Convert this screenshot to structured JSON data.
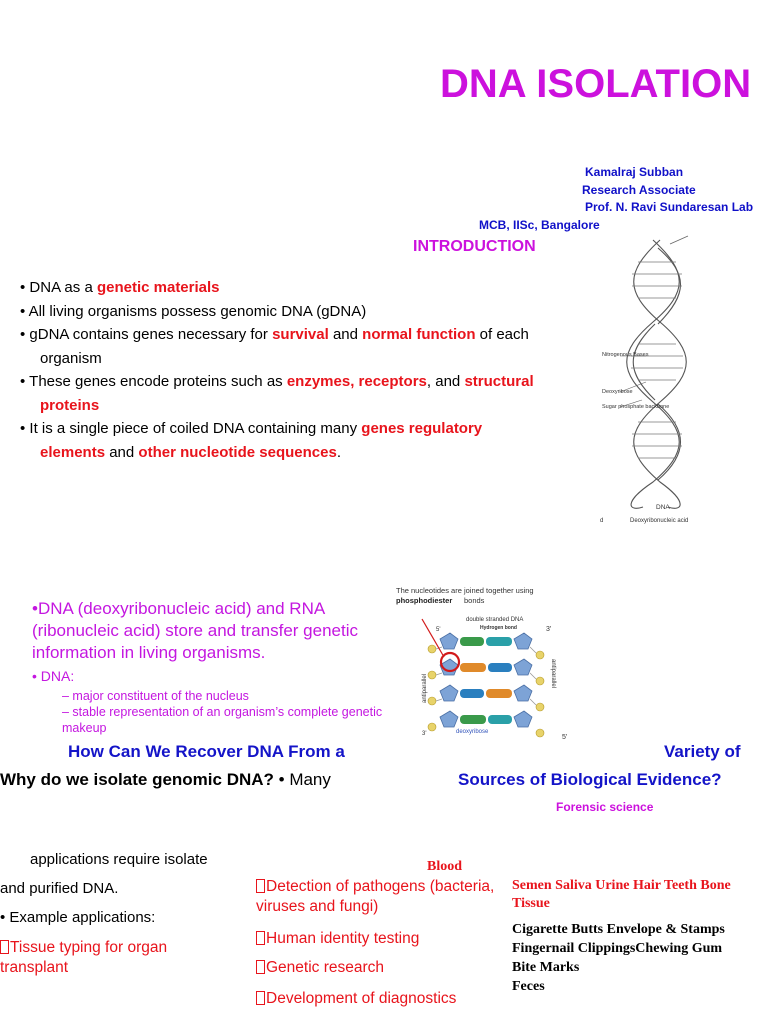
{
  "title": "DNA ISOLATION",
  "authors": [
    "Kamalraj Subban",
    "Research Associate",
    "Prof. N. Ravi Sundaresan Lab",
    "MCB, IISc, Bangalore"
  ],
  "intro_heading": "INTRODUCTION",
  "bullets": [
    {
      "a": "DNA as a ",
      "b": "genetic materials"
    },
    {
      "a": "All living organisms possess genomic DNA (gDNA)"
    },
    {
      "a": "gDNA contains genes necessary for ",
      "b": "survival",
      "c": " and ",
      "d": "normal function",
      "e": " of each",
      "f": "organism"
    },
    {
      "a": "These genes encode proteins such as ",
      "b": "enzymes, receptors",
      "c": ", and ",
      "d": "structural",
      "e": "proteins"
    },
    {
      "a": "It is a single piece of coiled DNA containing many ",
      "b": "genes regulatory",
      "c": "elements",
      "d": " and ",
      "e": "other nucleotide sequences",
      "f": "."
    }
  ],
  "helix_figure": {
    "labels": [
      "Nitrogenous Bases",
      "Deoxyribose",
      "Sugar phosphate backbone",
      "DNA",
      "d",
      "Deoxyribonucleic acid"
    ]
  },
  "phospho_figure": {
    "caption": "The nucleotides are joined together using",
    "caption_bold": "phosphodiester",
    "caption_end": "bonds",
    "labels": [
      "double stranded DNA",
      "Hydrogen bond",
      "5'",
      "3'",
      "antiparallel",
      "antiparallel",
      "deoxyribose",
      "3'",
      "5'"
    ]
  },
  "magenta_block": "•DNA (deoxyribonucleic acid) and RNA (ribonucleic acid) store and transfer genetic information in living organisms.",
  "dna_label": "• DNA:",
  "dna_items": [
    "– major constituent of the nucleus",
    "– stable representation of an organism’s complete genetic makeup"
  ],
  "question_left": "How Can We Recover DNA From a",
  "question_right_1": "Variety of",
  "question_right_2": "Sources of Biological Evidence?",
  "why_bold": "Why do we isolate genomic DNA?",
  "why_rest": " • Many",
  "forensic": "Forensic science",
  "app_lines": [
    "applications require isolate",
    "and purified DNA.",
    "• Example applications:"
  ],
  "left_red_items": [
    "Tissue typing for organ transplant"
  ],
  "middle_red_items": [
    "Detection of pathogens (bacteria, viruses and fungi)",
    "Human identity testing",
    "Genetic research",
    "Development of diagnostics"
  ],
  "blood": "Blood",
  "evidence_red": "Semen Saliva Urine Hair Teeth Bone Tissue",
  "evidence_black": [
    "Cigarette Butts Envelope & Stamps",
    "Fingernail ClippingsChewing Gum",
    "Bite Marks",
    "Feces"
  ],
  "colors": {
    "title": "#cc11dd",
    "blue": "#1414c8",
    "red": "#e8141c",
    "magenta": "#c417e0"
  }
}
